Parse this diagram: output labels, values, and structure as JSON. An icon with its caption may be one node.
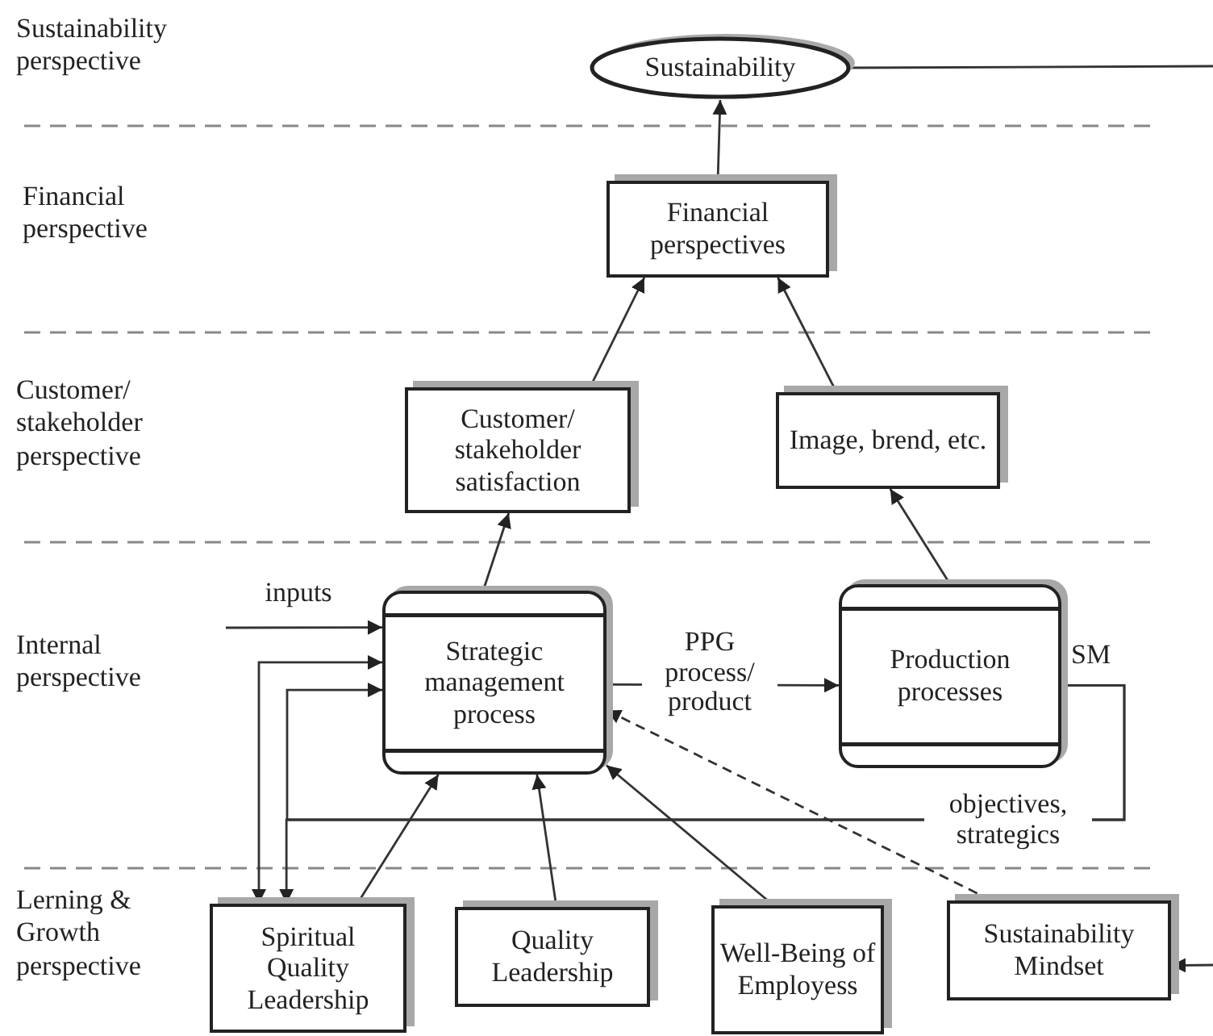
{
  "diagram": {
    "nodes": [
      {
        "text": [
          "Sustainability"
        ]
      },
      {
        "text": [
          "Financial perspectives"
        ]
      },
      {
        "text": [
          "Customer/ stakeholder satisfaction"
        ]
      },
      {
        "text": [
          "Image, brend, etc."
        ]
      },
      {
        "text": [
          "Strategic management process"
        ]
      },
      {
        "text": [
          "Production processes"
        ]
      },
      {
        "text": [
          "Spiritual Quality Leadership"
        ]
      },
      {
        "text": [
          "Quality Leadership"
        ]
      },
      {
        "text": [
          "Well-Being of Employess"
        ]
      },
      {
        "text": [
          "Sustainability Mindset"
        ]
      }
    ],
    "edges": [
      {
        "from": 1,
        "to": 0,
        "arrow": "to"
      },
      {
        "from": 2,
        "to": 1,
        "arrow": "to"
      },
      {
        "from": 3,
        "to": 1,
        "arrow": "to"
      },
      {
        "from": 4,
        "to": 2,
        "arrow": "to"
      },
      {
        "from": 5,
        "to": 3,
        "arrow": "to"
      },
      {
        "from": 4,
        "to": 5,
        "arrow": "to",
        "label": "PPG process/ product"
      },
      {
        "from": 6,
        "to": 4,
        "arrow": "to"
      },
      {
        "from": 7,
        "to": 4,
        "arrow": "to"
      },
      {
        "from": 8,
        "to": 4,
        "arrow": "to"
      },
      {
        "from": 9,
        "to": 4,
        "arrow": "to",
        "style": "dashed"
      },
      {
        "from": null,
        "to": 4,
        "arrow": "to",
        "label": "inputs"
      },
      {
        "from": 5,
        "to": 4,
        "arrow": "to",
        "label": "objectives, strategics"
      },
      {
        "from": 5,
        "to": 6,
        "arrow": "to"
      },
      {
        "from": 4,
        "to": 6,
        "arrow": "both"
      },
      {
        "from": 0,
        "to": null,
        "arrow": "none"
      },
      {
        "from": null,
        "to": 9,
        "arrow": "to"
      }
    ],
    "labels": [
      "Sustainability perspective",
      "Financial perspective",
      "Customer/ stakeholder perspective",
      "Internal perspective",
      "SM",
      "Lerning & Growth perspective"
    ]
  }
}
